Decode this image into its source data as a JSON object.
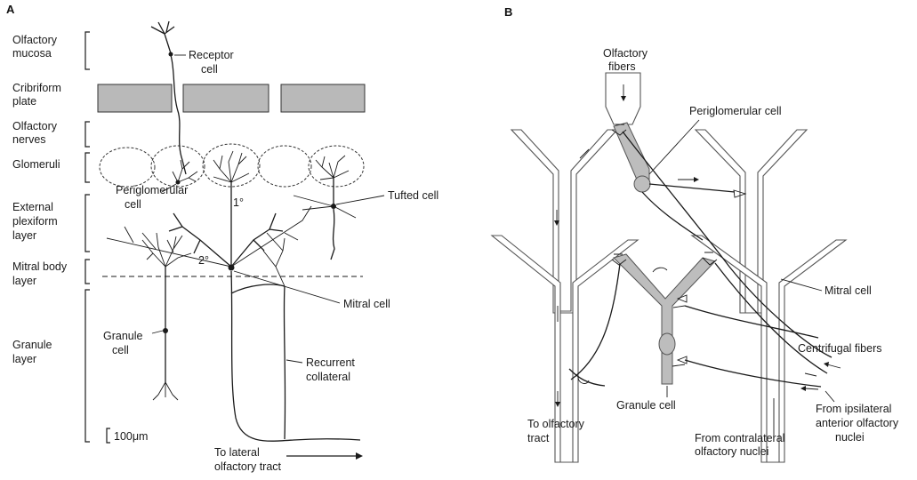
{
  "panel_a": {
    "letter": "A",
    "layers": {
      "olfactory_mucosa": [
        "Olfactory",
        "mucosa"
      ],
      "cribriform_plate": [
        "Cribriform",
        "plate"
      ],
      "olfactory_nerves": [
        "Olfactory",
        "nerves"
      ],
      "glomeruli": "Glomeruli",
      "external_plexiform": [
        "External",
        "plexiform",
        "layer"
      ],
      "mitral_body": [
        "Mitral body",
        "layer"
      ],
      "granule": [
        "Granule",
        "layer"
      ]
    },
    "cells": {
      "receptor": [
        "Receptor",
        "cell"
      ],
      "periglomerular": [
        "Periglomerular",
        "cell"
      ],
      "tufted": "Tufted cell",
      "mitral": "Mitral cell",
      "granule": [
        "Granule",
        "cell"
      ],
      "recurrent": [
        "Recurrent",
        "collateral"
      ]
    },
    "marks": {
      "primary": "1°",
      "secondary": "2°"
    },
    "scale": "100μm",
    "output": [
      "To lateral",
      "olfactory tract"
    ]
  },
  "panel_b": {
    "letter": "B",
    "labels": {
      "olfactory_fibers": [
        "Olfactory",
        "fibers"
      ],
      "periglomerular": "Periglomerular cell",
      "mitral": "Mitral cell",
      "centrifugal": "Centrifugal fibers",
      "granule": "Granule cell",
      "to_tract": [
        "To olfactory",
        "tract"
      ],
      "contralateral": [
        "From contralateral",
        "olfactory nuclei"
      ],
      "ipsilateral": [
        "From ipsilateral",
        "anterior olfactory",
        "nuclei"
      ]
    }
  }
}
